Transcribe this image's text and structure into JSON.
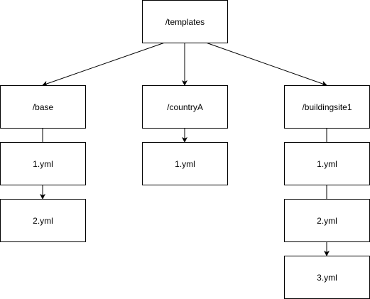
{
  "nodes": {
    "templates": "/templates",
    "base": "/base",
    "countryA": "/countryA",
    "buildingsite1": "/buildingsite1",
    "base_1": "1.yml",
    "base_2": "2.yml",
    "countryA_1": "1.yml",
    "buildingsite1_1": "1.yml",
    "buildingsite1_2": "2.yml",
    "buildingsite1_3": "3.yml"
  },
  "colors": {
    "stroke": "#000000",
    "fill": "#ffffff"
  }
}
